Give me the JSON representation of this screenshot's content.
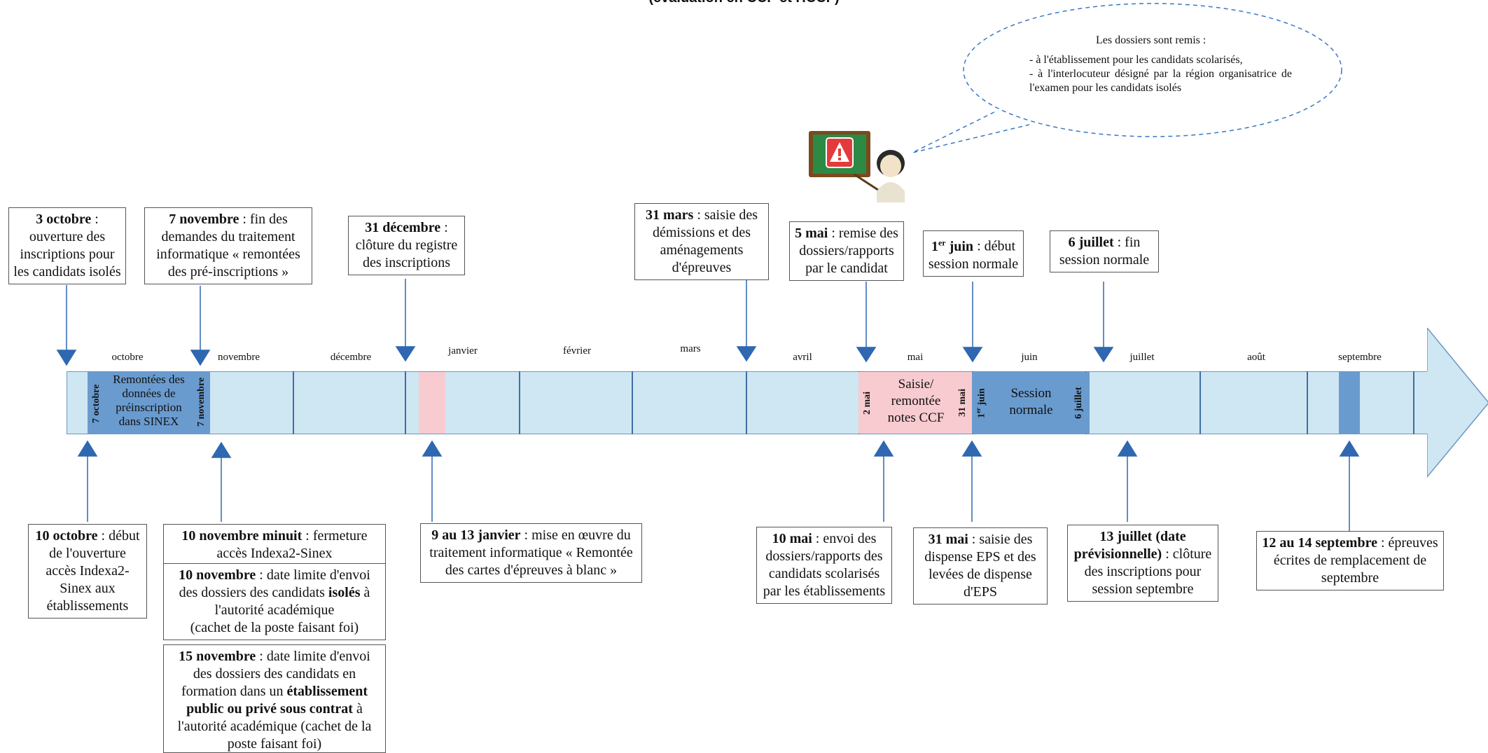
{
  "title": "(évaluation en CCF et HCCF)",
  "months": [
    "octobre",
    "novembre",
    "décembre",
    "janvier",
    "février",
    "mars",
    "avril",
    "mai",
    "juin",
    "juillet",
    "août",
    "septembre"
  ],
  "bubble": {
    "heading": "Les dossiers sont remis :",
    "line1": "- à l'établissement pour les candidats scolarisés,",
    "line2": "- à l'interlocuteur désigné par la région organisatrice de l'examen pour les candidats isolés"
  },
  "segments": {
    "sinex_start": "7 octobre",
    "sinex_label": "Remontées des données de préinscription dans SINEX",
    "sinex_end": "7 novembre",
    "ccf_start": "2 mai",
    "ccf_label": "Saisie/ remontée notes CCF",
    "ccf_end": "31 mai",
    "session_start_day": "1",
    "session_start_sup": "er",
    "session_start_month": "juin",
    "session_label": "Session normale",
    "session_end": "6 juillet"
  },
  "top_events": [
    {
      "date": "3 octobre",
      "text": " : ouverture des inscriptions pour les candidats isolés"
    },
    {
      "date": "7 novembre",
      "text": " : fin des demandes du traitement informatique « remontées des pré-inscriptions »"
    },
    {
      "date": "31 décembre",
      "text": " : clôture du registre des inscriptions"
    },
    {
      "date": "31 mars",
      "text": " : saisie des démissions et des aménagements d'épreuves"
    },
    {
      "date": "5 mai",
      "text": " : remise des dossiers/rapports par le candidat"
    },
    {
      "date_day": "1",
      "date_sup": "er",
      "date_month": " juin",
      "text": " : début session normale"
    },
    {
      "date": "6 juillet",
      "text": " : fin session normale"
    }
  ],
  "bottom_events": [
    {
      "date": "10 octobre",
      "text": " : début de l'ouverture accès Indexa2-Sinex aux établissements"
    },
    {
      "date": "10 novembre minuit",
      "text": " : fermeture accès Indexa2-Sinex"
    },
    {
      "date": "10 novembre",
      "text_a": " : date limite d'envoi des dossiers  des candidats ",
      "bold": "isolés",
      "text_b": " à l'autorité académique",
      "text_c": "(cachet de la poste faisant foi)"
    },
    {
      "date": "15 novembre",
      "text_a": " : date limite d'envoi des dossiers  des candidats en formation dans un ",
      "bold": "établissement public ou privé sous contrat",
      "text_b": " à l'autorité académique (cachet de la poste faisant foi)"
    },
    {
      "date": "9 au 13 janvier",
      "text": " : mise en œuvre du traitement informatique « Remontée des cartes d'épreuves à blanc »"
    },
    {
      "date": "10 mai",
      "text": " : envoi des dossiers/rapports des candidats scolarisés par les établissements"
    },
    {
      "date": "31 mai",
      "text": " : saisie des dispense EPS et des levées de dispense d'EPS"
    },
    {
      "date": "13 juillet (date prévisionnelle)",
      "text": " : clôture des inscriptions pour session septembre"
    },
    {
      "date": "12 au 14 septembre",
      "text": " : épreuves écrites de remplacement de septembre"
    }
  ],
  "colors": {
    "bar": "#cfe6f3",
    "dark_blue": "#6a9bcf",
    "pink": "#f7cbd0",
    "arrow": "#2f67b1"
  }
}
